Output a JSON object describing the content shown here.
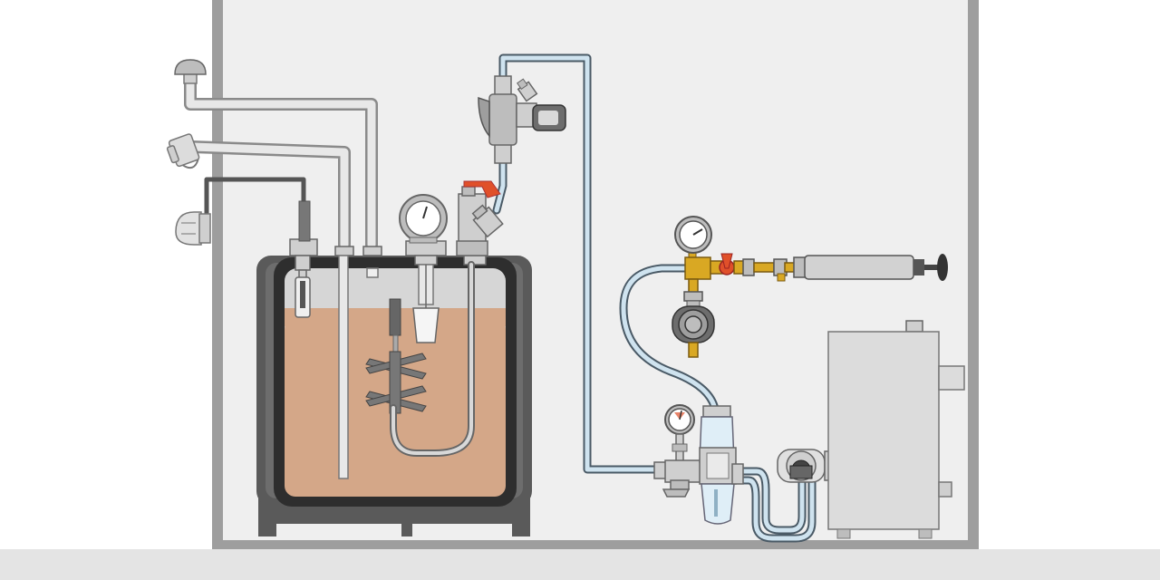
{
  "diagram": {
    "components": {
      "tank": {
        "kind": "IBC storage tank",
        "fill_level": 0.78
      },
      "fill_connector": {
        "kind": "fill-pipe coupling"
      },
      "vent_cap": {
        "kind": "vent mushroom cap"
      },
      "level_sensor": {
        "kind": "limit-value sensor"
      },
      "tank_gauge": {
        "kind": "content gauge"
      },
      "extraction_valve": {
        "kind": "removal valve"
      },
      "regulator_valve": {
        "kind": "pressure regulating valve"
      },
      "test_manifold": {
        "kind": "pressure test set"
      },
      "hand_pump": {
        "kind": "test pump"
      },
      "filter": {
        "kind": "deaerator filter"
      },
      "oil_pump": {
        "kind": "burner oil pump"
      },
      "boiler": {
        "kind": "boiler"
      }
    },
    "colors": {
      "wall": "#9e9e9e",
      "room": "#efefef",
      "floor": "#e4e4e4",
      "tank_frame": "#5a5a5a",
      "tank_inner": "#d6d6d6",
      "oil": "#d4a788",
      "supply_line": "#cfe3ef",
      "line_outline": "#4a5a66",
      "brass": "#d9a823",
      "valve_red": "#e0502a",
      "boiler": "#dcdcdc"
    }
  }
}
